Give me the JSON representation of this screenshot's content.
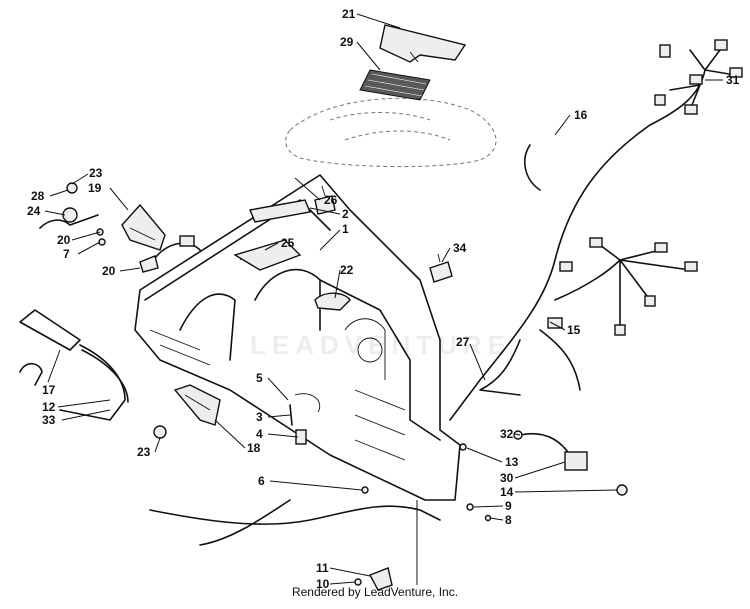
{
  "diagram": {
    "callouts": [
      "21",
      "29",
      "31",
      "16",
      "23",
      "28",
      "19",
      "24",
      "26",
      "2",
      "25",
      "1",
      "34",
      "22",
      "20",
      "7",
      "20",
      "27",
      "15",
      "17",
      "12",
      "33",
      "5",
      "3",
      "4",
      "18",
      "23",
      "13",
      "32",
      "30",
      "14",
      "6",
      "9",
      "8",
      "11",
      "10"
    ]
  },
  "watermark": "LEADVENTURE",
  "footer": "Rendered by LeadVenture, Inc."
}
